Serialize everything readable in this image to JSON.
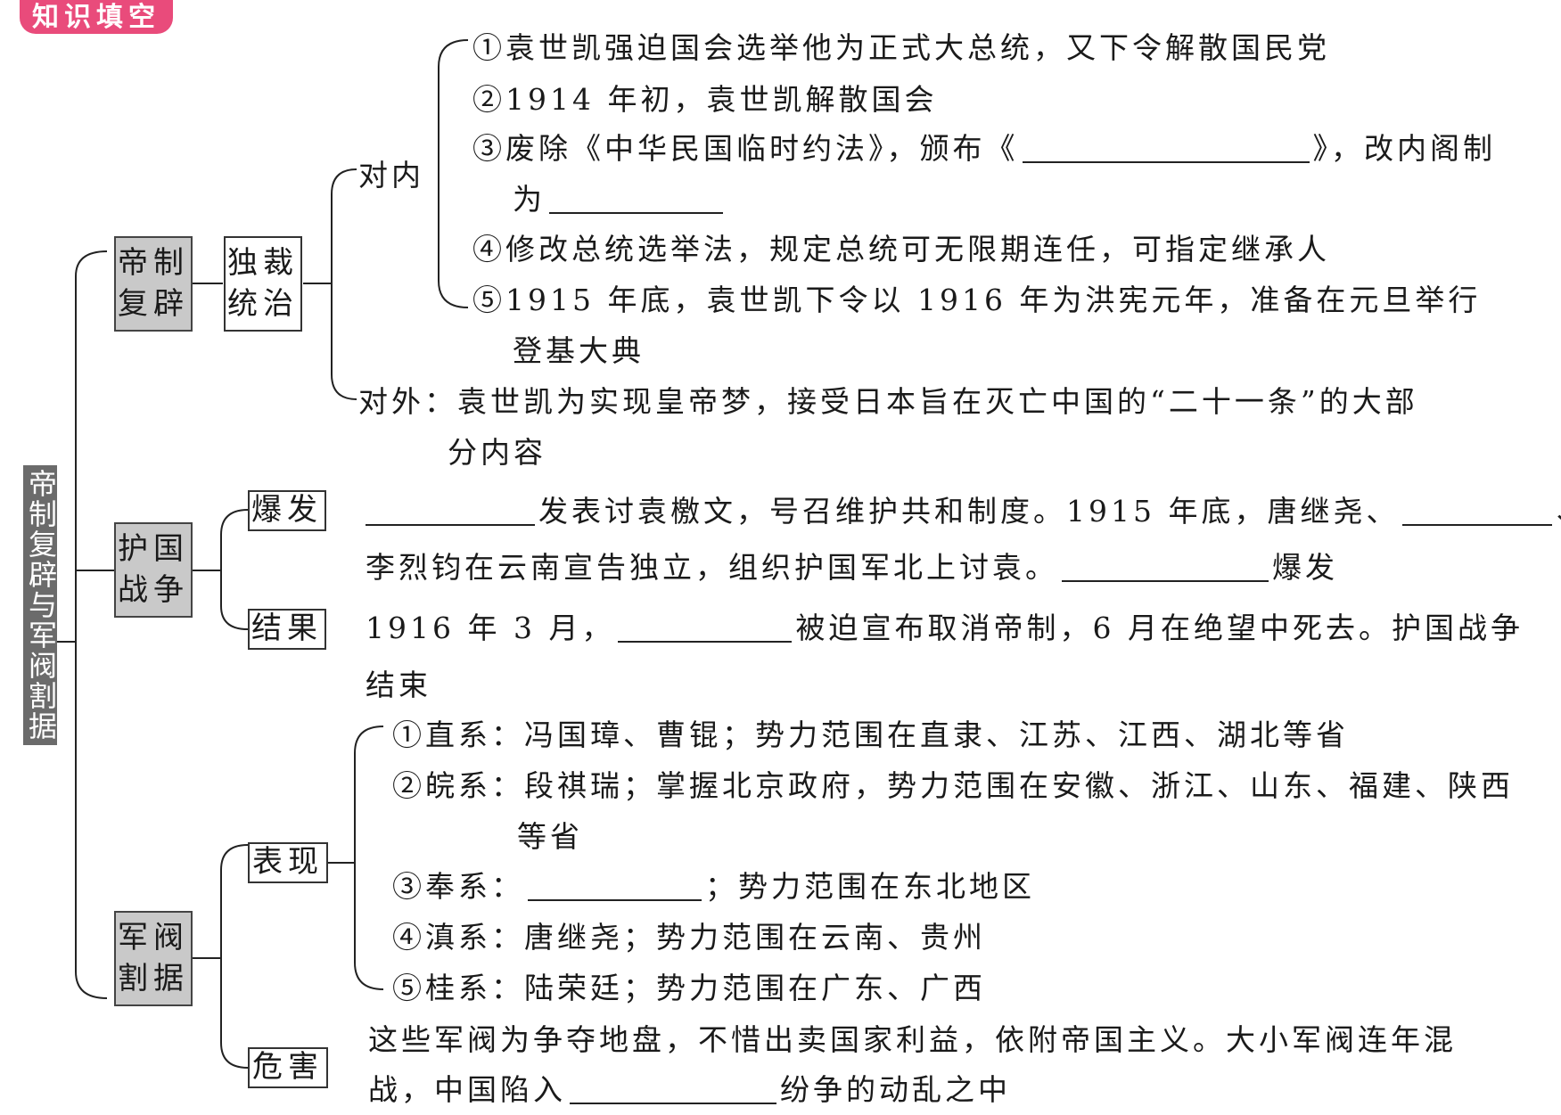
{
  "header_tag": "知识填空",
  "root_title": "帝制复辟与军阀割据",
  "branches": {
    "restoration": {
      "label": "帝制复辟",
      "sub": "独裁统治"
    },
    "war": {
      "label": "护国战争",
      "outbreak": "爆发",
      "result": "结果"
    },
    "warlords": {
      "label": "军阀割据",
      "manifest": "表现",
      "harm": "危害"
    }
  },
  "restoration_text": {
    "internal_label": "对内",
    "i1": "①袁世凯强迫国会选举他为正式大总统，又下令解散国民党",
    "i2": "②1914 年初，袁世凯解散国会",
    "i3_a": "③废除《中华民国临时约法》，颁布《",
    "i3_b": "》，改内阁制",
    "i3_c": "为",
    "i4": "④修改总统选举法，规定总统可无限期连任，可指定继承人",
    "i5_a": "⑤1915 年底，袁世凯下令以 1916 年为洪宪元年，准备在元旦举行",
    "i5_b": "登基大典",
    "external_a": "对外：袁世凯为实现皇帝梦，接受日本旨在灭亡中国的“二十一条”的大部",
    "external_b": "分内容"
  },
  "war_text": {
    "o1_a": "发表讨袁檄文，号召维护共和制度。1915 年底，唐继尧、",
    "o1_b": "、",
    "o2_a": "李烈钧在云南宣告独立，组织护国军北上讨袁。",
    "o2_b": "爆发",
    "r1_a": "1916 年 3 月，",
    "r1_b": "被迫宣布取消帝制，6 月在绝望中死去。护国战争",
    "r2": "结束"
  },
  "warlord_text": {
    "m1": "①直系：冯国璋、曹锟；势力范围在直隶、江苏、江西、湖北等省",
    "m2_a": "②皖系：段祺瑞；掌握北京政府，势力范围在安徽、浙江、山东、福建、陕西",
    "m2_b": "等省",
    "m3_a": "③奉系：",
    "m3_b": "；势力范围在东北地区",
    "m4": "④滇系：唐继尧；势力范围在云南、贵州",
    "m5": "⑤桂系：陆荣廷；势力范围在广东、广西",
    "h1": "这些军阀为争夺地盘，不惜出卖国家利益，依附帝国主义。大小军阀连年混",
    "h2_a": "战，中国陷入",
    "h2_b": "纷争的动乱之中"
  }
}
